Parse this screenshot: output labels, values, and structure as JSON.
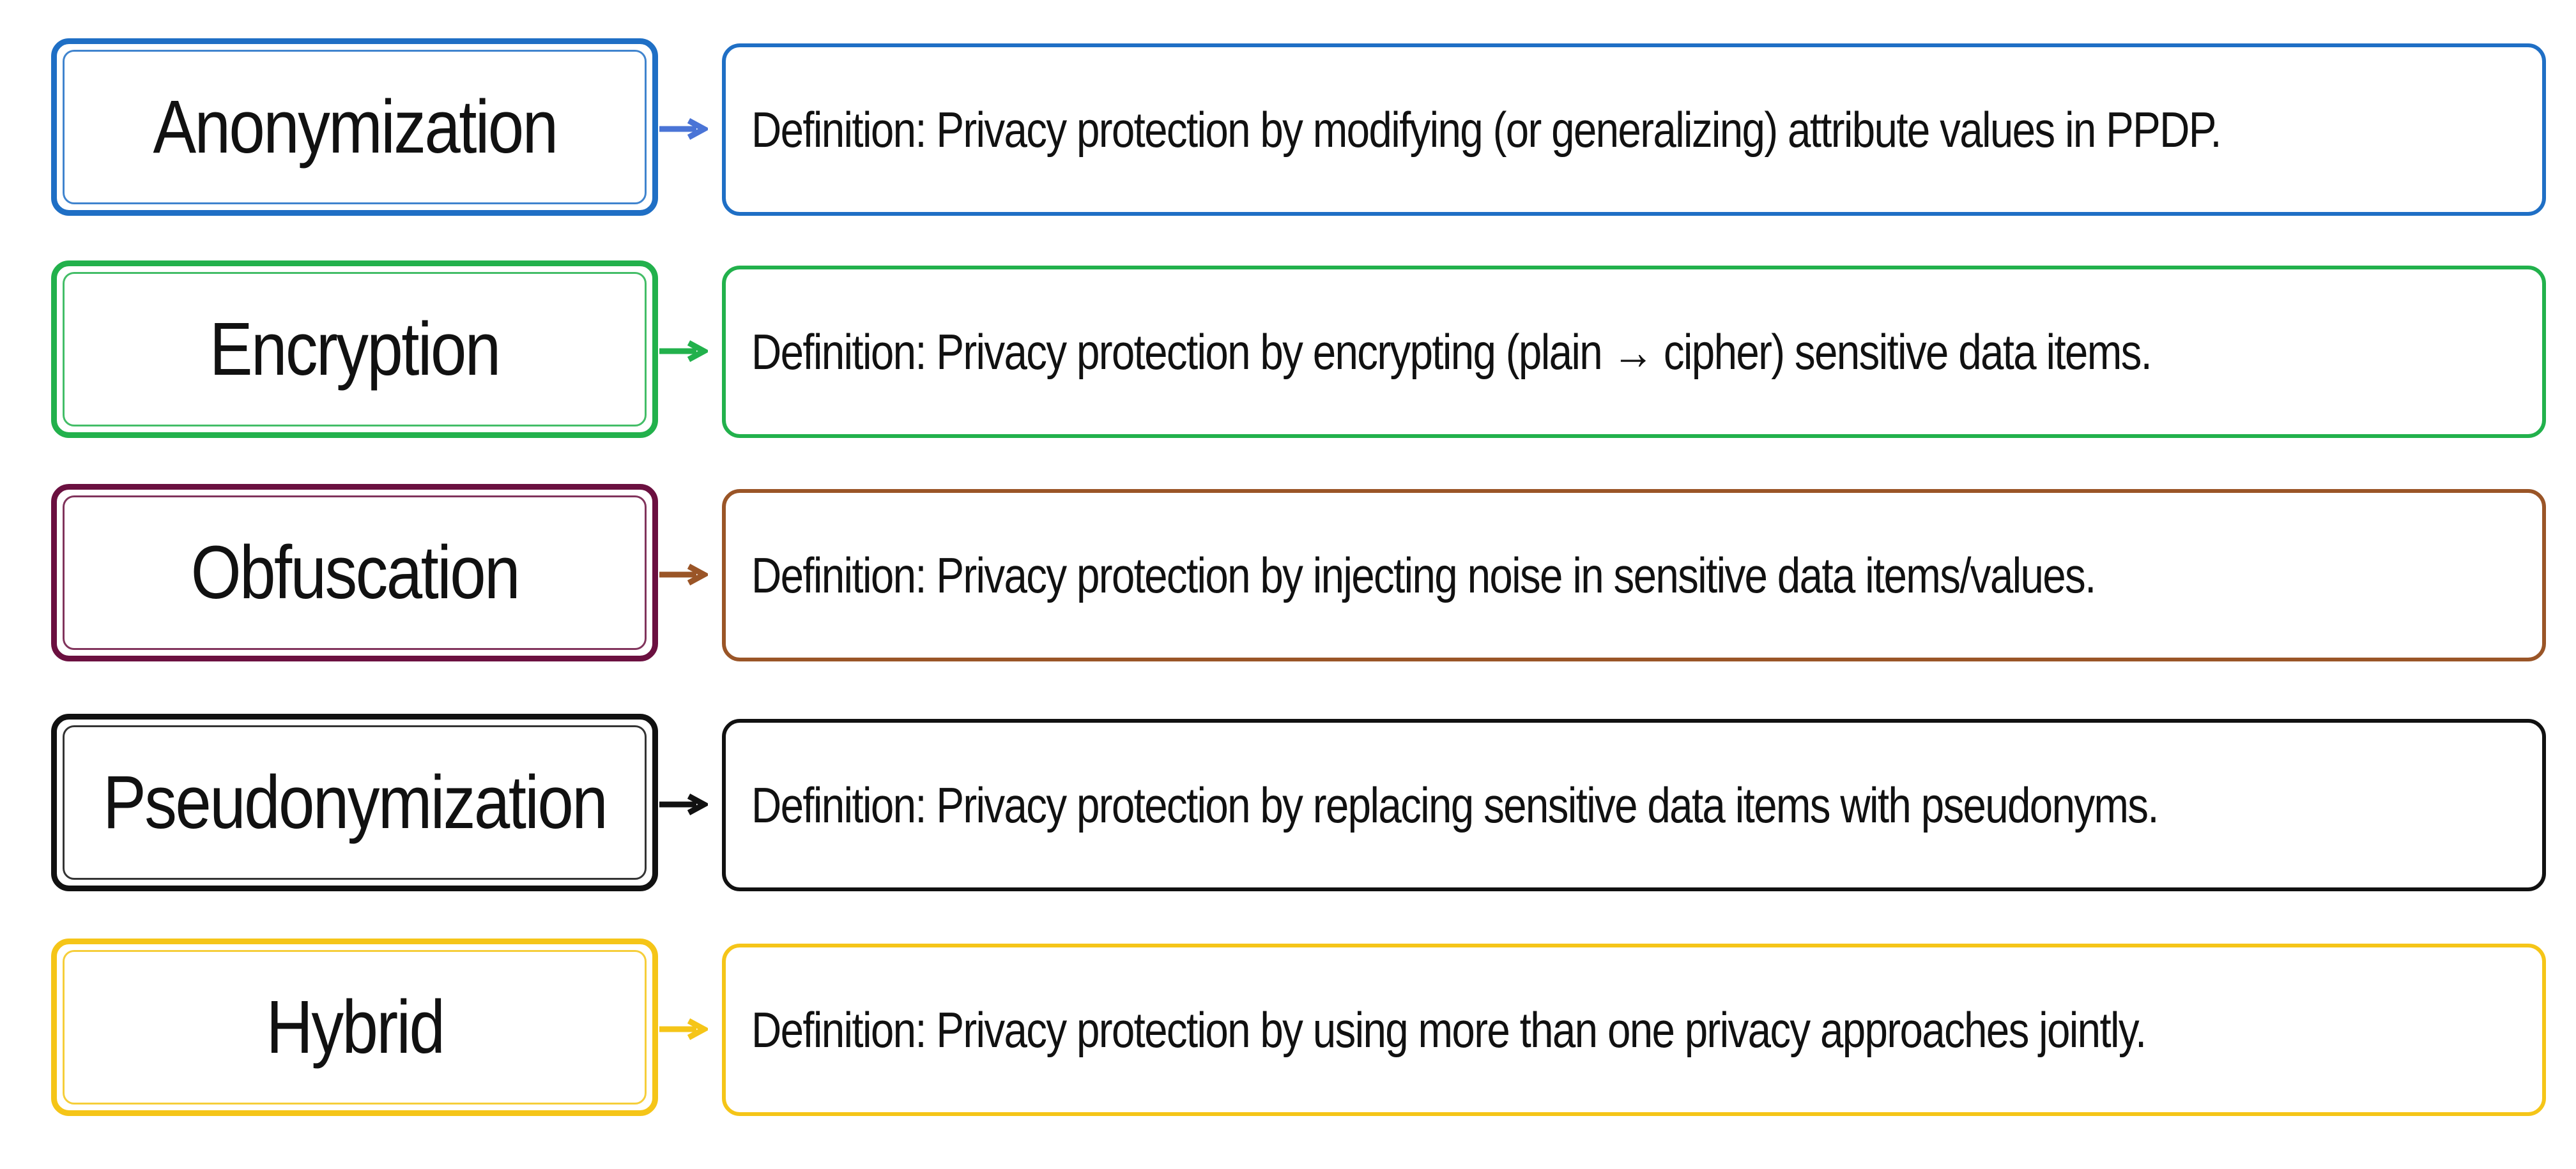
{
  "items": [
    {
      "term": "Anonymization",
      "definition": "Definition: Privacy protection by modifying (or generalizing) attribute  values in PPDP.",
      "color": "#1f6fc5",
      "def_color": "#1f6fc5",
      "arrow_color": "#4a74d6"
    },
    {
      "term": "Encryption",
      "definition": "Definition: Privacy protection by encrypting (plain → cipher) sensitive data items.",
      "color": "#22b14c",
      "def_color": "#22b14c",
      "arrow_color": "#22b14c"
    },
    {
      "term": "Obfuscation",
      "definition": "Definition: Privacy protection by injecting noise in sensitive data items/values.",
      "color": "#6b1040",
      "def_color": "#9a5527",
      "arrow_color": "#9a5527"
    },
    {
      "term": "Pseudonymization",
      "definition": "Definition: Privacy protection by replacing sensitive data items with pseudonyms.",
      "color": "#111111",
      "def_color": "#111111",
      "arrow_color": "#111111"
    },
    {
      "term": "Hybrid",
      "definition": "Definition: Privacy protection by using more than one privacy approaches jointly.",
      "color": "#f5c518",
      "def_color": "#f5c518",
      "arrow_color": "#f5c518"
    }
  ]
}
